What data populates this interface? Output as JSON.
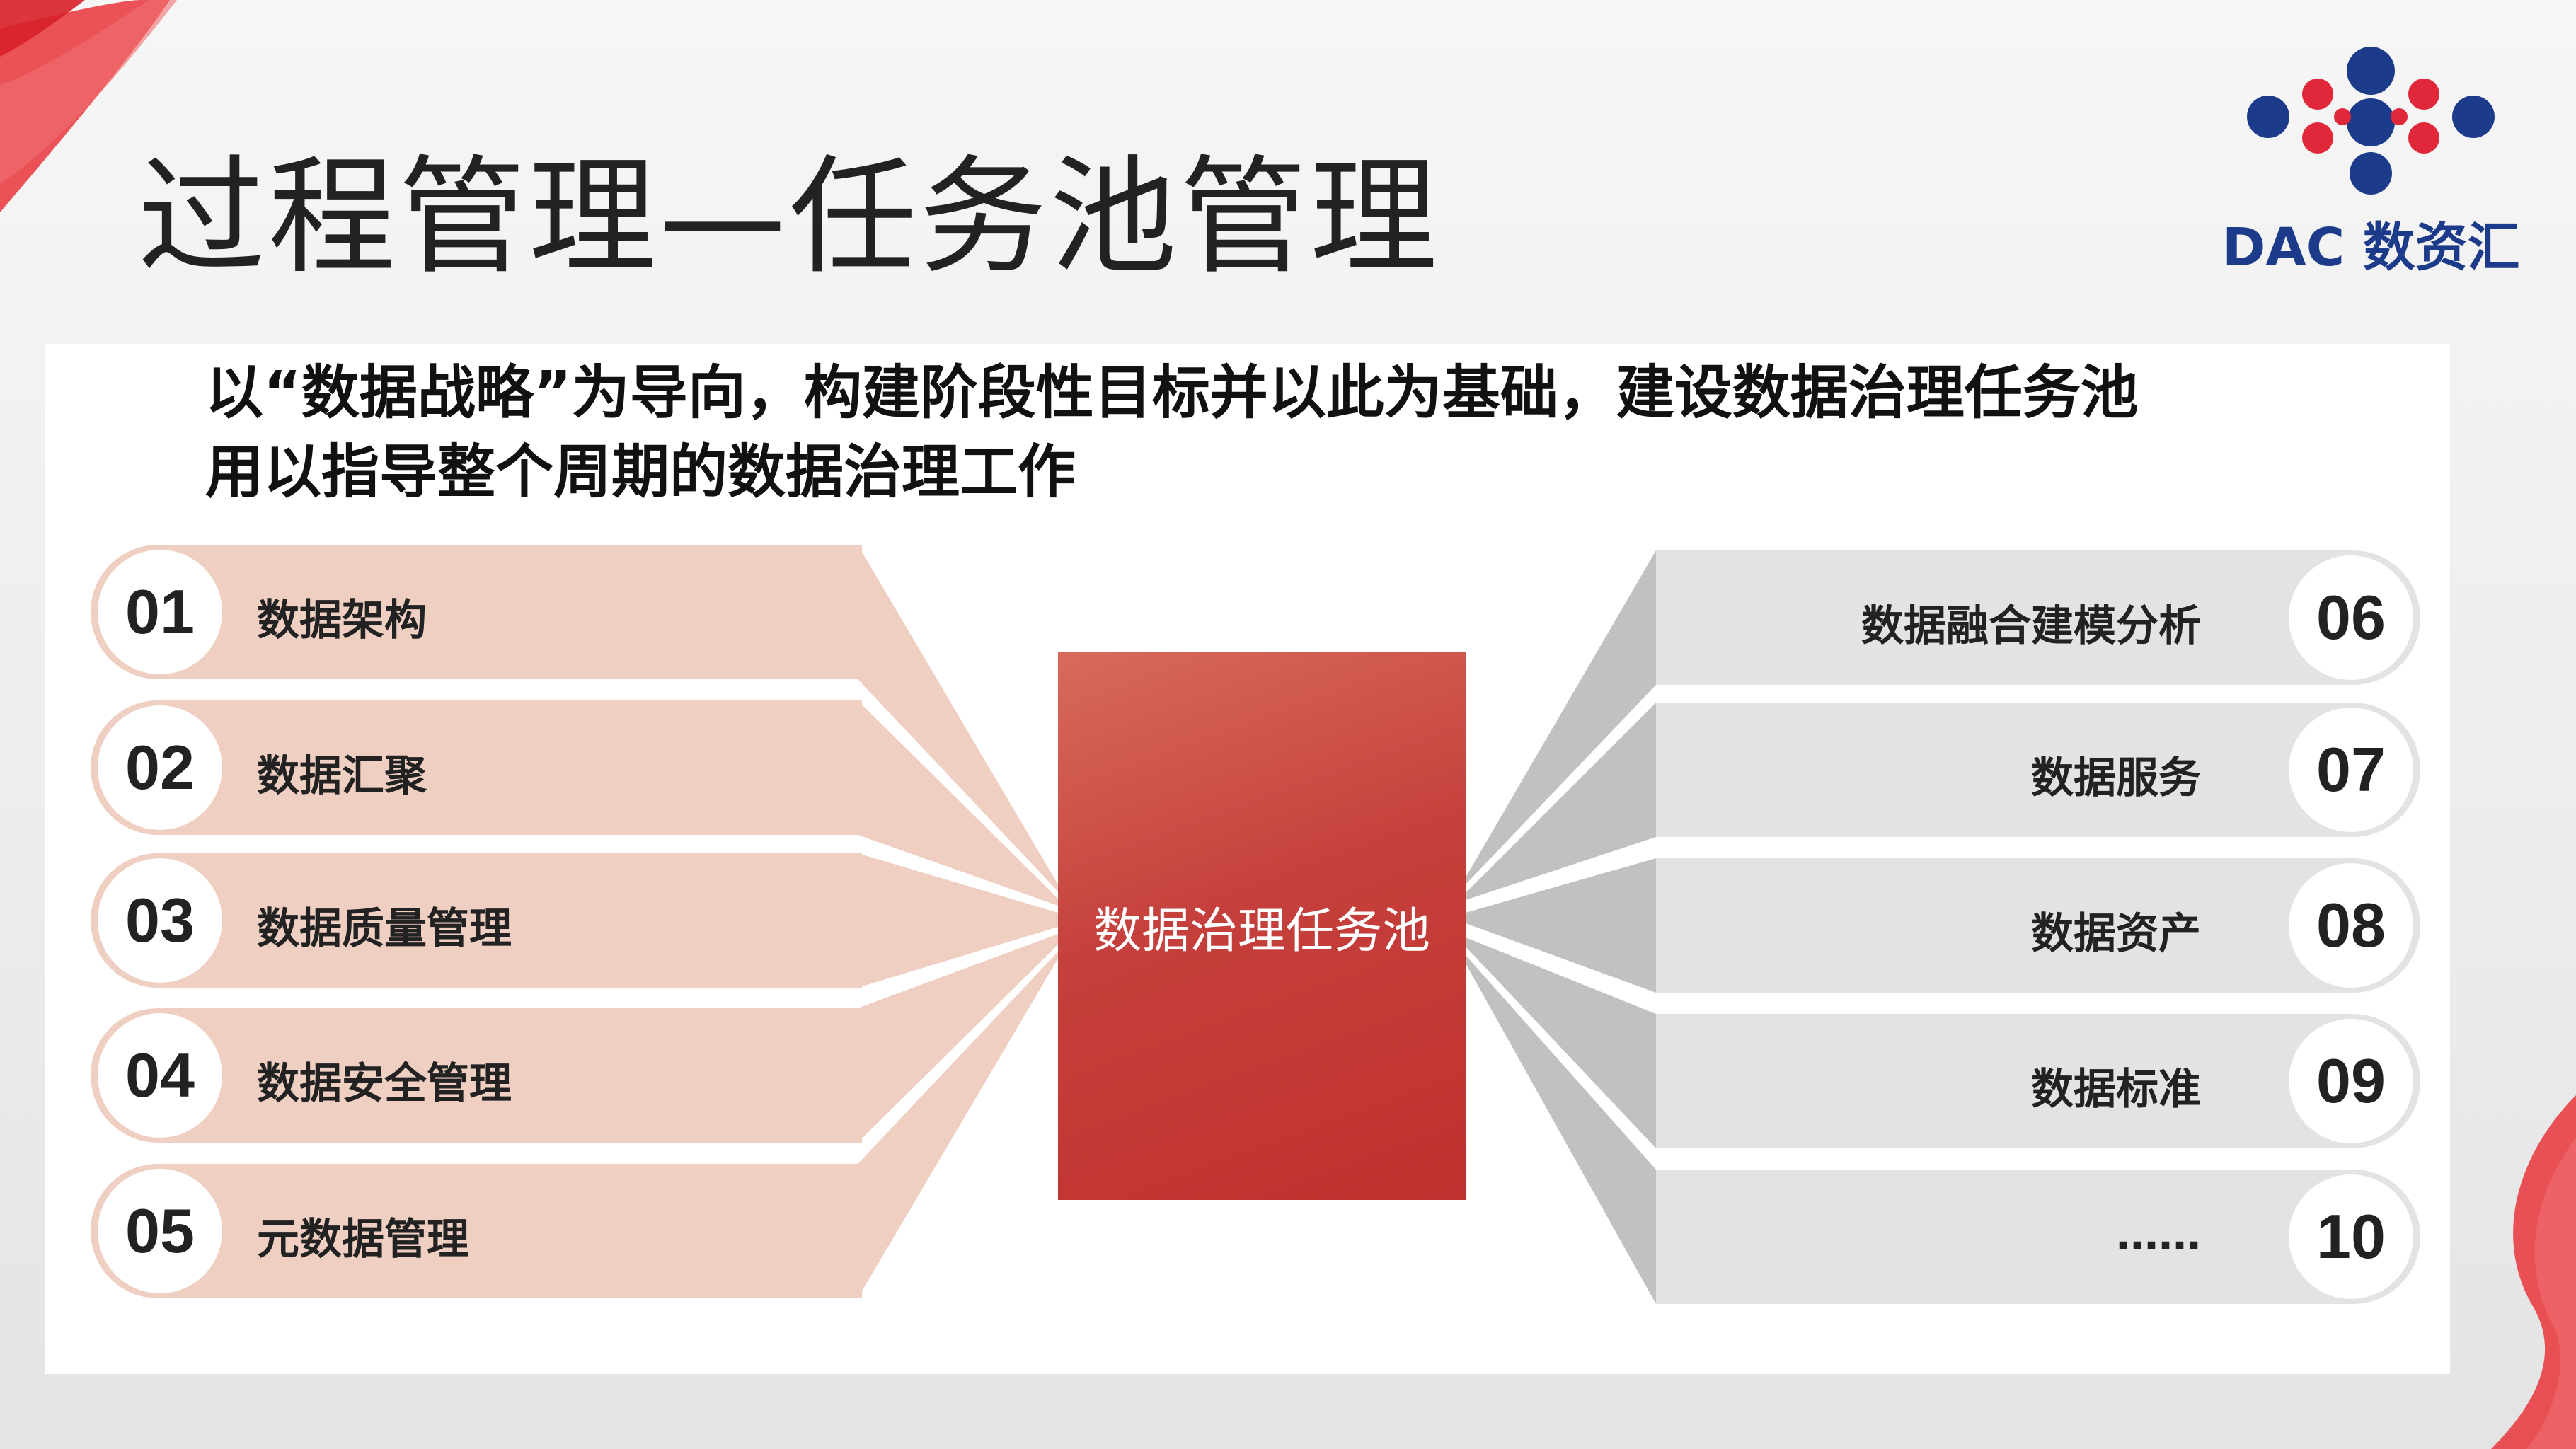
{
  "slide": {
    "title": "过程管理—任务池管理",
    "intro_line1": "以“数据战略”为导向，构建阶段性目标并以此为基础，建设数据治理任务池",
    "intro_line2": "用以指导整个周期的数据治理工作"
  },
  "logo": {
    "text": "DAC 数资汇",
    "colors": {
      "red": "#e0283a",
      "blue": "#1c3b8a"
    }
  },
  "center": {
    "label": "数据治理任务池",
    "color": "#c8403a"
  },
  "left_items": [
    {
      "num": "01",
      "label": "数据架构"
    },
    {
      "num": "02",
      "label": "数据汇聚"
    },
    {
      "num": "03",
      "label": "数据质量管理"
    },
    {
      "num": "04",
      "label": "数据安全管理"
    },
    {
      "num": "05",
      "label": "元数据管理"
    }
  ],
  "right_items": [
    {
      "num": "06",
      "label": "数据融合建模分析"
    },
    {
      "num": "07",
      "label": "数据服务"
    },
    {
      "num": "08",
      "label": "数据资产"
    },
    {
      "num": "09",
      "label": "数据标准"
    },
    {
      "num": "10",
      "label": "……"
    }
  ],
  "colors": {
    "left_bar": "#f0cfc3",
    "right_bar": "#e3e3e3",
    "accent_red": "#c8403a"
  }
}
